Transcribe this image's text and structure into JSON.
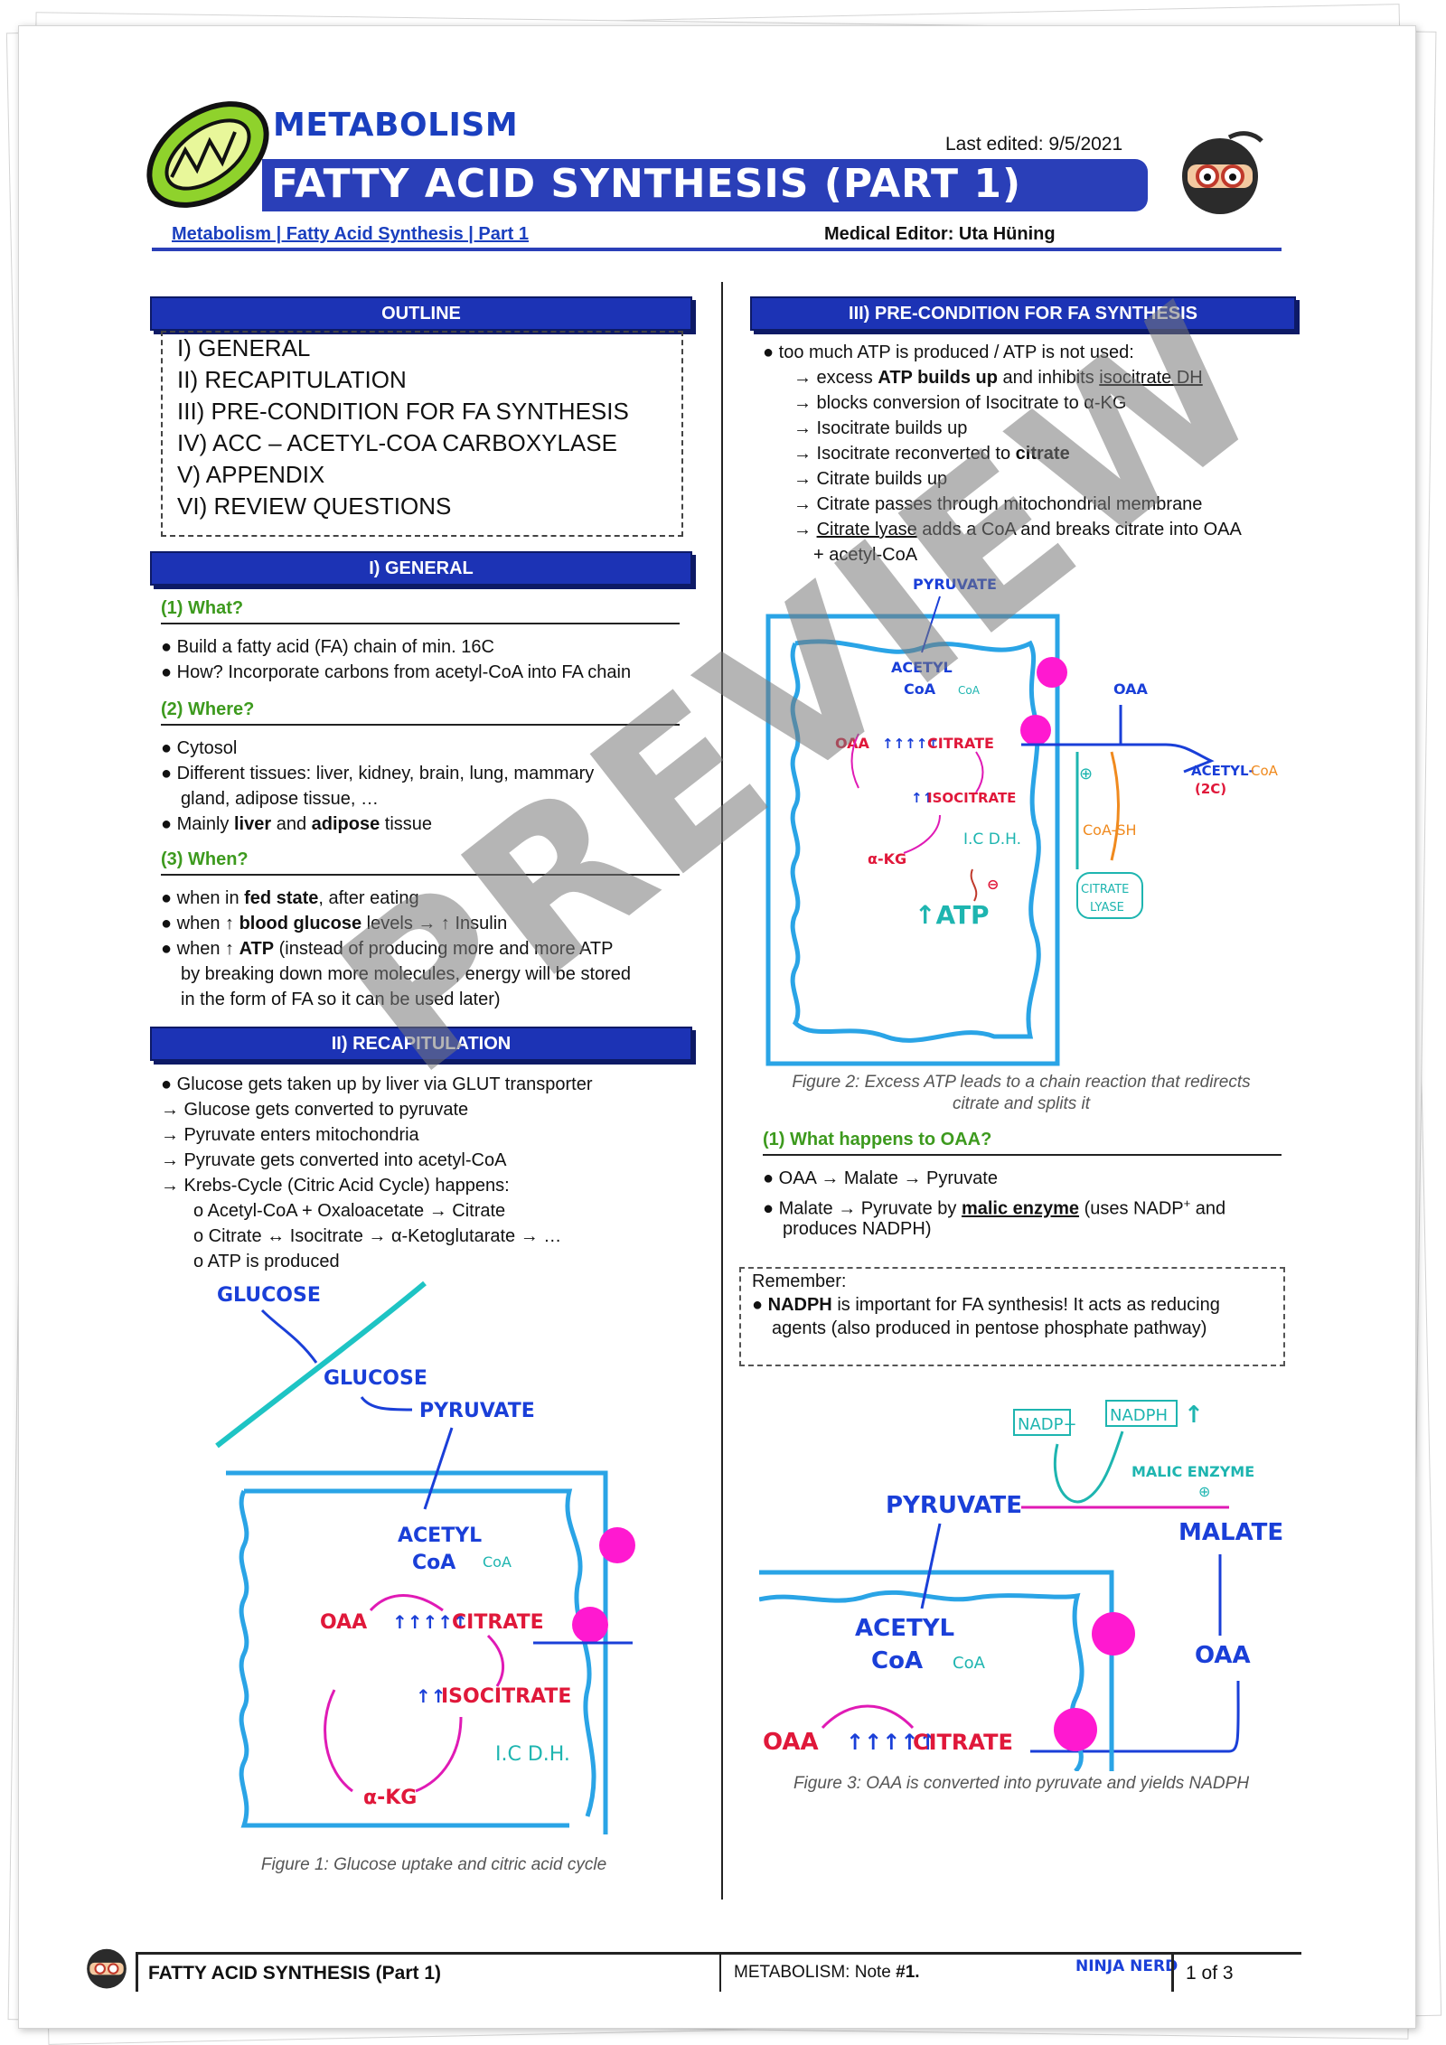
{
  "header": {
    "category": "METABOLISM",
    "title": "FATTY ACID SYNTHESIS (PART 1)",
    "last_edited": "Last edited: 9/5/2021",
    "breadcrumb": "Metabolism | Fatty Acid Synthesis | Part 1",
    "editor": "Medical Editor: Uta Hüning"
  },
  "outline": {
    "heading": "OUTLINE",
    "items": [
      "I) GENERAL",
      "II) RECAPITULATION",
      "III) PRE-CONDITION FOR FA SYNTHESIS",
      "IV) ACC – ACETYL-COA CARBOXYLASE",
      "V) APPENDIX",
      "VI) REVIEW QUESTIONS"
    ]
  },
  "general": {
    "heading": "I)  GENERAL",
    "what": {
      "title": "(1)  What?",
      "lines": [
        "● Build a fatty acid (FA) chain of min. 16C",
        "● How? Incorporate carbons from acetyl-CoA into FA chain"
      ]
    },
    "where": {
      "title": "(2)  Where?",
      "lines": [
        "● Cytosol",
        "● Different tissues: liver, kidney, brain, lung, mammary",
        "gland, adipose tissue, …",
        "● Mainly ",
        "liver",
        " and ",
        "adipose",
        " tissue"
      ]
    },
    "when": {
      "title": "(3)  When?",
      "lines": [
        "● when in ",
        "fed state",
        ", after eating",
        "● when ↑ ",
        "blood glucose",
        " levels → ↑ Insulin",
        "● when ↑ ",
        "ATP",
        " (instead of producing more and more ATP",
        "by breaking down more molecules, energy will be stored",
        "in the form of FA so it can be used later)"
      ]
    }
  },
  "recap": {
    "heading": "II)  RECAPITULATION",
    "lines": [
      "● Glucose gets taken up by liver via GLUT transporter",
      "→ Glucose gets converted to pyruvate",
      "→ Pyruvate enters mitochondria",
      "→ Pyruvate gets converted into acetyl-CoA",
      "→ Krebs-Cycle (Citric Acid Cycle) happens:",
      "o Acetyl-CoA + Oxaloacetate → Citrate",
      "o Citrate ↔ Isocitrate → α-Ketoglutarate → …",
      "o ATP is produced"
    ]
  },
  "figure1": {
    "caption": "Figure 1: Glucose uptake and citric acid cycle",
    "labels": {
      "glucose_out": "GLUCOSE",
      "glucose_in": "GLUCOSE",
      "pyruvate": "PYRUVATE",
      "acetyl": "ACETYL",
      "coa": "CoA",
      "coa_small": "CoA",
      "oaa": "OAA",
      "arrows5": "↑↑↑↑↑",
      "citrate": "CITRATE",
      "arrows2": "↑↑",
      "isocitrate": "ISOCITRATE",
      "icdh": "I.C D.H.",
      "akg": "α-KG"
    }
  },
  "precondition": {
    "heading": "III)  PRE-CONDITION FOR FA SYNTHESIS",
    "lines": [
      "● too much ATP is produced / ATP is not used:",
      "→ excess ",
      "ATP builds up",
      " and inhibits ",
      "isocitrate DH",
      "→ blocks conversion of Isocitrate to α-KG",
      "→ Isocitrate builds up",
      "→ Isocitrate reconverted to ",
      "citrate",
      "→ Citrate builds up",
      "→ Citrate passes through mitochondrial membrane",
      "→ ",
      "Citrate lyase",
      " adds a CoA and breaks citrate into OAA",
      "+ acetyl-CoA"
    ]
  },
  "figure2": {
    "caption_line1": "Figure 2: Excess ATP leads to a chain reaction that redirects",
    "caption_line2": "citrate and splits it",
    "labels": {
      "pyruvate": "PYRUVATE",
      "acetyl": "ACETYL",
      "coa": "CoA",
      "coa_small": "CoA",
      "oaa": "OAA",
      "arrows5": "↑↑↑↑↑",
      "citrate": "CITRATE",
      "arrows2": "↑↑",
      "isocitrate": "ISOCITRATE",
      "icdh": "I.C D.H.",
      "akg": "α-KG",
      "minus": "⊖",
      "atp": "↑ATP",
      "oaa_out": "OAA",
      "acetyl_out": "ACETYL-",
      "coa_out": "CoA",
      "two_c": "(2C)",
      "plus": "⊕",
      "coash": "CoA-SH",
      "lyase1": "CITRATE",
      "lyase2": "LYASE"
    }
  },
  "oaa_section": {
    "title": "(1)  What happens to OAA?",
    "lines": [
      "● OAA → Malate → Pyruvate",
      "● Malate → Pyruvate by ",
      "malic enzyme",
      " (uses NADP",
      "+",
      " and",
      "produces NADPH)"
    ]
  },
  "remember": {
    "title": "Remember:",
    "lines": [
      "● ",
      "NADPH",
      " is important for FA synthesis! It acts as reducing",
      "agents (also produced in pentose phosphate pathway)"
    ]
  },
  "figure3": {
    "caption": "Figure 3: OAA is converted into pyruvate and yields NADPH",
    "labels": {
      "nadp": "NADP+",
      "nadph": "NADPH",
      "up": "↑",
      "malic": "MALIC ENZYME",
      "plus": "⊕",
      "pyruvate": "PYRUVATE",
      "malate": "MALATE",
      "oaa_right": "OAA",
      "acetyl": "ACETYL",
      "coa": "CoA",
      "coa_small": "CoA",
      "oaa": "OAA",
      "arrows5": "↑↑↑↑↑",
      "citrate": "CITRATE"
    }
  },
  "watermark": "PREVIEW",
  "footer": {
    "title": "FATTY ACID SYNTHESIS (Part 1)",
    "note_prefix": "METABOLISM: Note ",
    "note_num": "#1.",
    "brand": "NINJA NERD",
    "page": "1 of 3"
  }
}
